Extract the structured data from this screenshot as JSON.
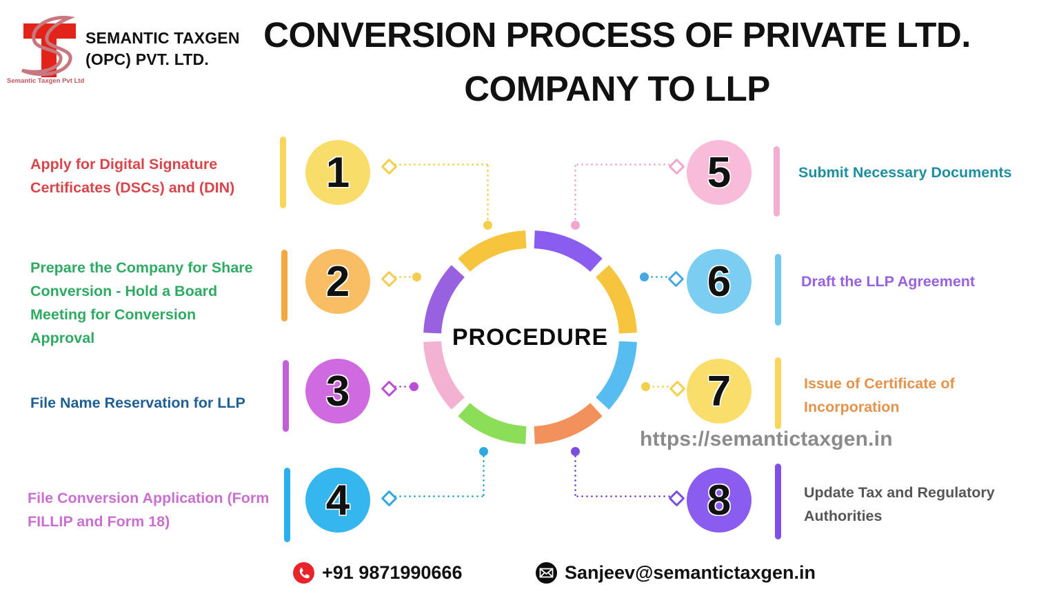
{
  "brand": {
    "logo_icon": "semantic-taxgen-logo",
    "logo_caption": "Semantic Taxgen Pvt Ltd",
    "name_line1": "SEMANTIC TAXGEN",
    "name_line2": "(OPC) PVT. LTD."
  },
  "header": {
    "title": "CONVERSION PROCESS OF PRIVATE LTD. COMPANY TO LLP"
  },
  "center": {
    "label": "PROCEDURE"
  },
  "watermark": {
    "url": "https://semantictaxgen.in"
  },
  "steps": [
    {
      "number": "1",
      "text": "Apply for Digital Signature Certificates (DSCs) and (DIN)",
      "side": "left",
      "circle_color": "#f9dd6a",
      "bar_color": "#f7d75b",
      "text_color": "#d9454a",
      "connector_color": "#f4cf4a"
    },
    {
      "number": "2",
      "text": "Prepare the Company for Share Conversion - Hold a Board Meeting for Conversion Approval",
      "side": "left",
      "circle_color": "#f9bd63",
      "bar_color": "#f4a93f",
      "text_color": "#2faa63",
      "connector_color": "#f5cc51"
    },
    {
      "number": "3",
      "text": "File Name Reservation for LLP",
      "side": "left",
      "circle_color": "#d06ae0",
      "bar_color": "#c161d8",
      "text_color": "#1f5f96",
      "connector_color": "#b84fd4"
    },
    {
      "number": "4",
      "text": "File Conversion Application (Form FILLIP and Form 18)",
      "side": "left",
      "circle_color": "#35b6ef",
      "bar_color": "#2ab0ef",
      "text_color": "#c96fd0",
      "connector_color": "#2fa8e0"
    },
    {
      "number": "5",
      "text": "Submit Necessary Documents",
      "side": "right",
      "circle_color": "#f8bcd8",
      "bar_color": "#f4afd0",
      "text_color": "#1d8f9e",
      "connector_color": "#efa7cd"
    },
    {
      "number": "6",
      "text": "Draft the LLP Agreement",
      "side": "right",
      "circle_color": "#7ccdf2",
      "bar_color": "#72c7ee",
      "text_color": "#9761e0",
      "connector_color": "#45a8e3"
    },
    {
      "number": "7",
      "text": "Issue of Certificate of Incorporation",
      "side": "right",
      "circle_color": "#f9de6b",
      "bar_color": "#f6d65d",
      "text_color": "#e5924b",
      "connector_color": "#f4cf4a"
    },
    {
      "number": "8",
      "text": "Update Tax and Regulatory Authorities",
      "side": "right",
      "circle_color": "#8b5cf0",
      "bar_color": "#7f4fe8",
      "text_color": "#565656",
      "connector_color": "#7b4de0"
    }
  ],
  "footer": {
    "phone_icon": "phone-icon",
    "phone": "+91 9871990666",
    "email_icon": "email-icon",
    "email": "Sanjeev@semantictaxgen.in"
  },
  "chart_data": {
    "type": "pie",
    "title": "PROCEDURE",
    "categories": [
      "1",
      "2",
      "3",
      "4",
      "5",
      "6",
      "7",
      "8"
    ],
    "values": [
      12.5,
      12.5,
      12.5,
      12.5,
      12.5,
      12.5,
      12.5,
      12.5
    ],
    "colors": [
      "#8b5cf0",
      "#f7c53d",
      "#57bdf0",
      "#f2915c",
      "#8cdd58",
      "#f3b3d0",
      "#9761e0",
      "#f7c53d"
    ],
    "legend": "none",
    "notes": "8 equal donut segments representing the 8 procedure steps, reading clockwise from top"
  },
  "colors": {
    "accent_red": "#d9454a",
    "accent_green": "#2faa63",
    "accent_blue": "#1f5f96",
    "accent_pink": "#c96fd0",
    "accent_teal": "#1d8f9e",
    "accent_purple": "#9761e0",
    "accent_orange": "#e5924b",
    "accent_gray": "#565656",
    "watermark_gray": "#8b8b8b",
    "logo_red": "#e2231a"
  }
}
